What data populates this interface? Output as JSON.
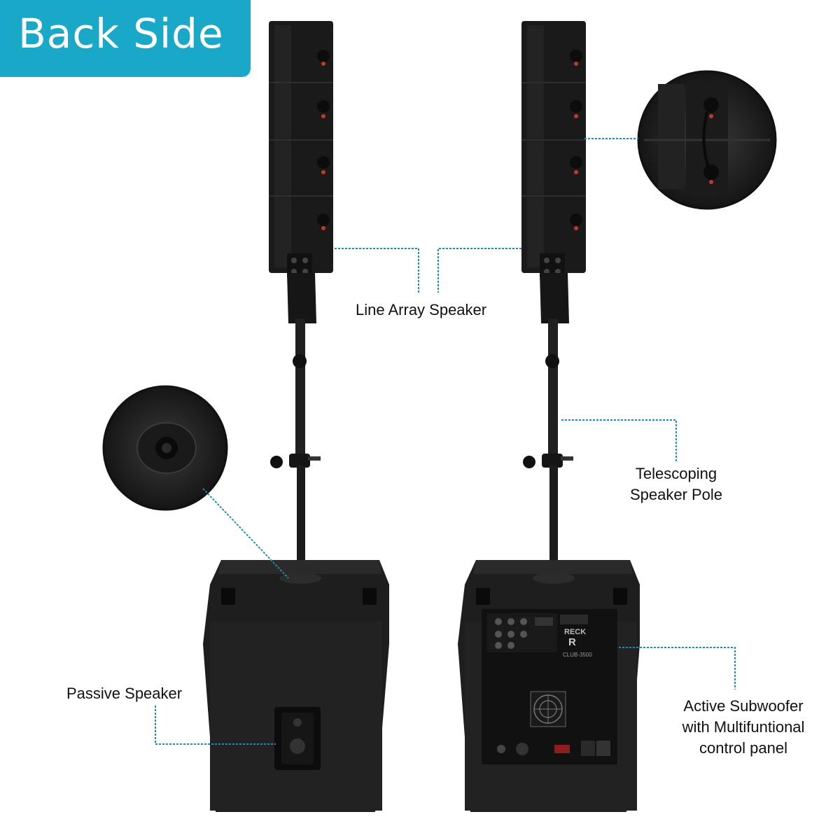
{
  "badge": {
    "text": "Back Side",
    "color": "#1aa8c8"
  },
  "labels": {
    "line_array": "Line Array Speaker",
    "telescoping_line1": "Telescoping",
    "telescoping_line2": "Speaker Pole",
    "passive": "Passive Speaker",
    "active_line1": "Active Subwoofer",
    "active_line2": "with Multifuntional",
    "active_line3": "control panel"
  },
  "colors": {
    "callout": "#1f8fb0",
    "speaker": "#1a1a1a"
  },
  "panel": {
    "brand": "RECK",
    "logo_letter": "R",
    "model": "CLUB-3500"
  }
}
